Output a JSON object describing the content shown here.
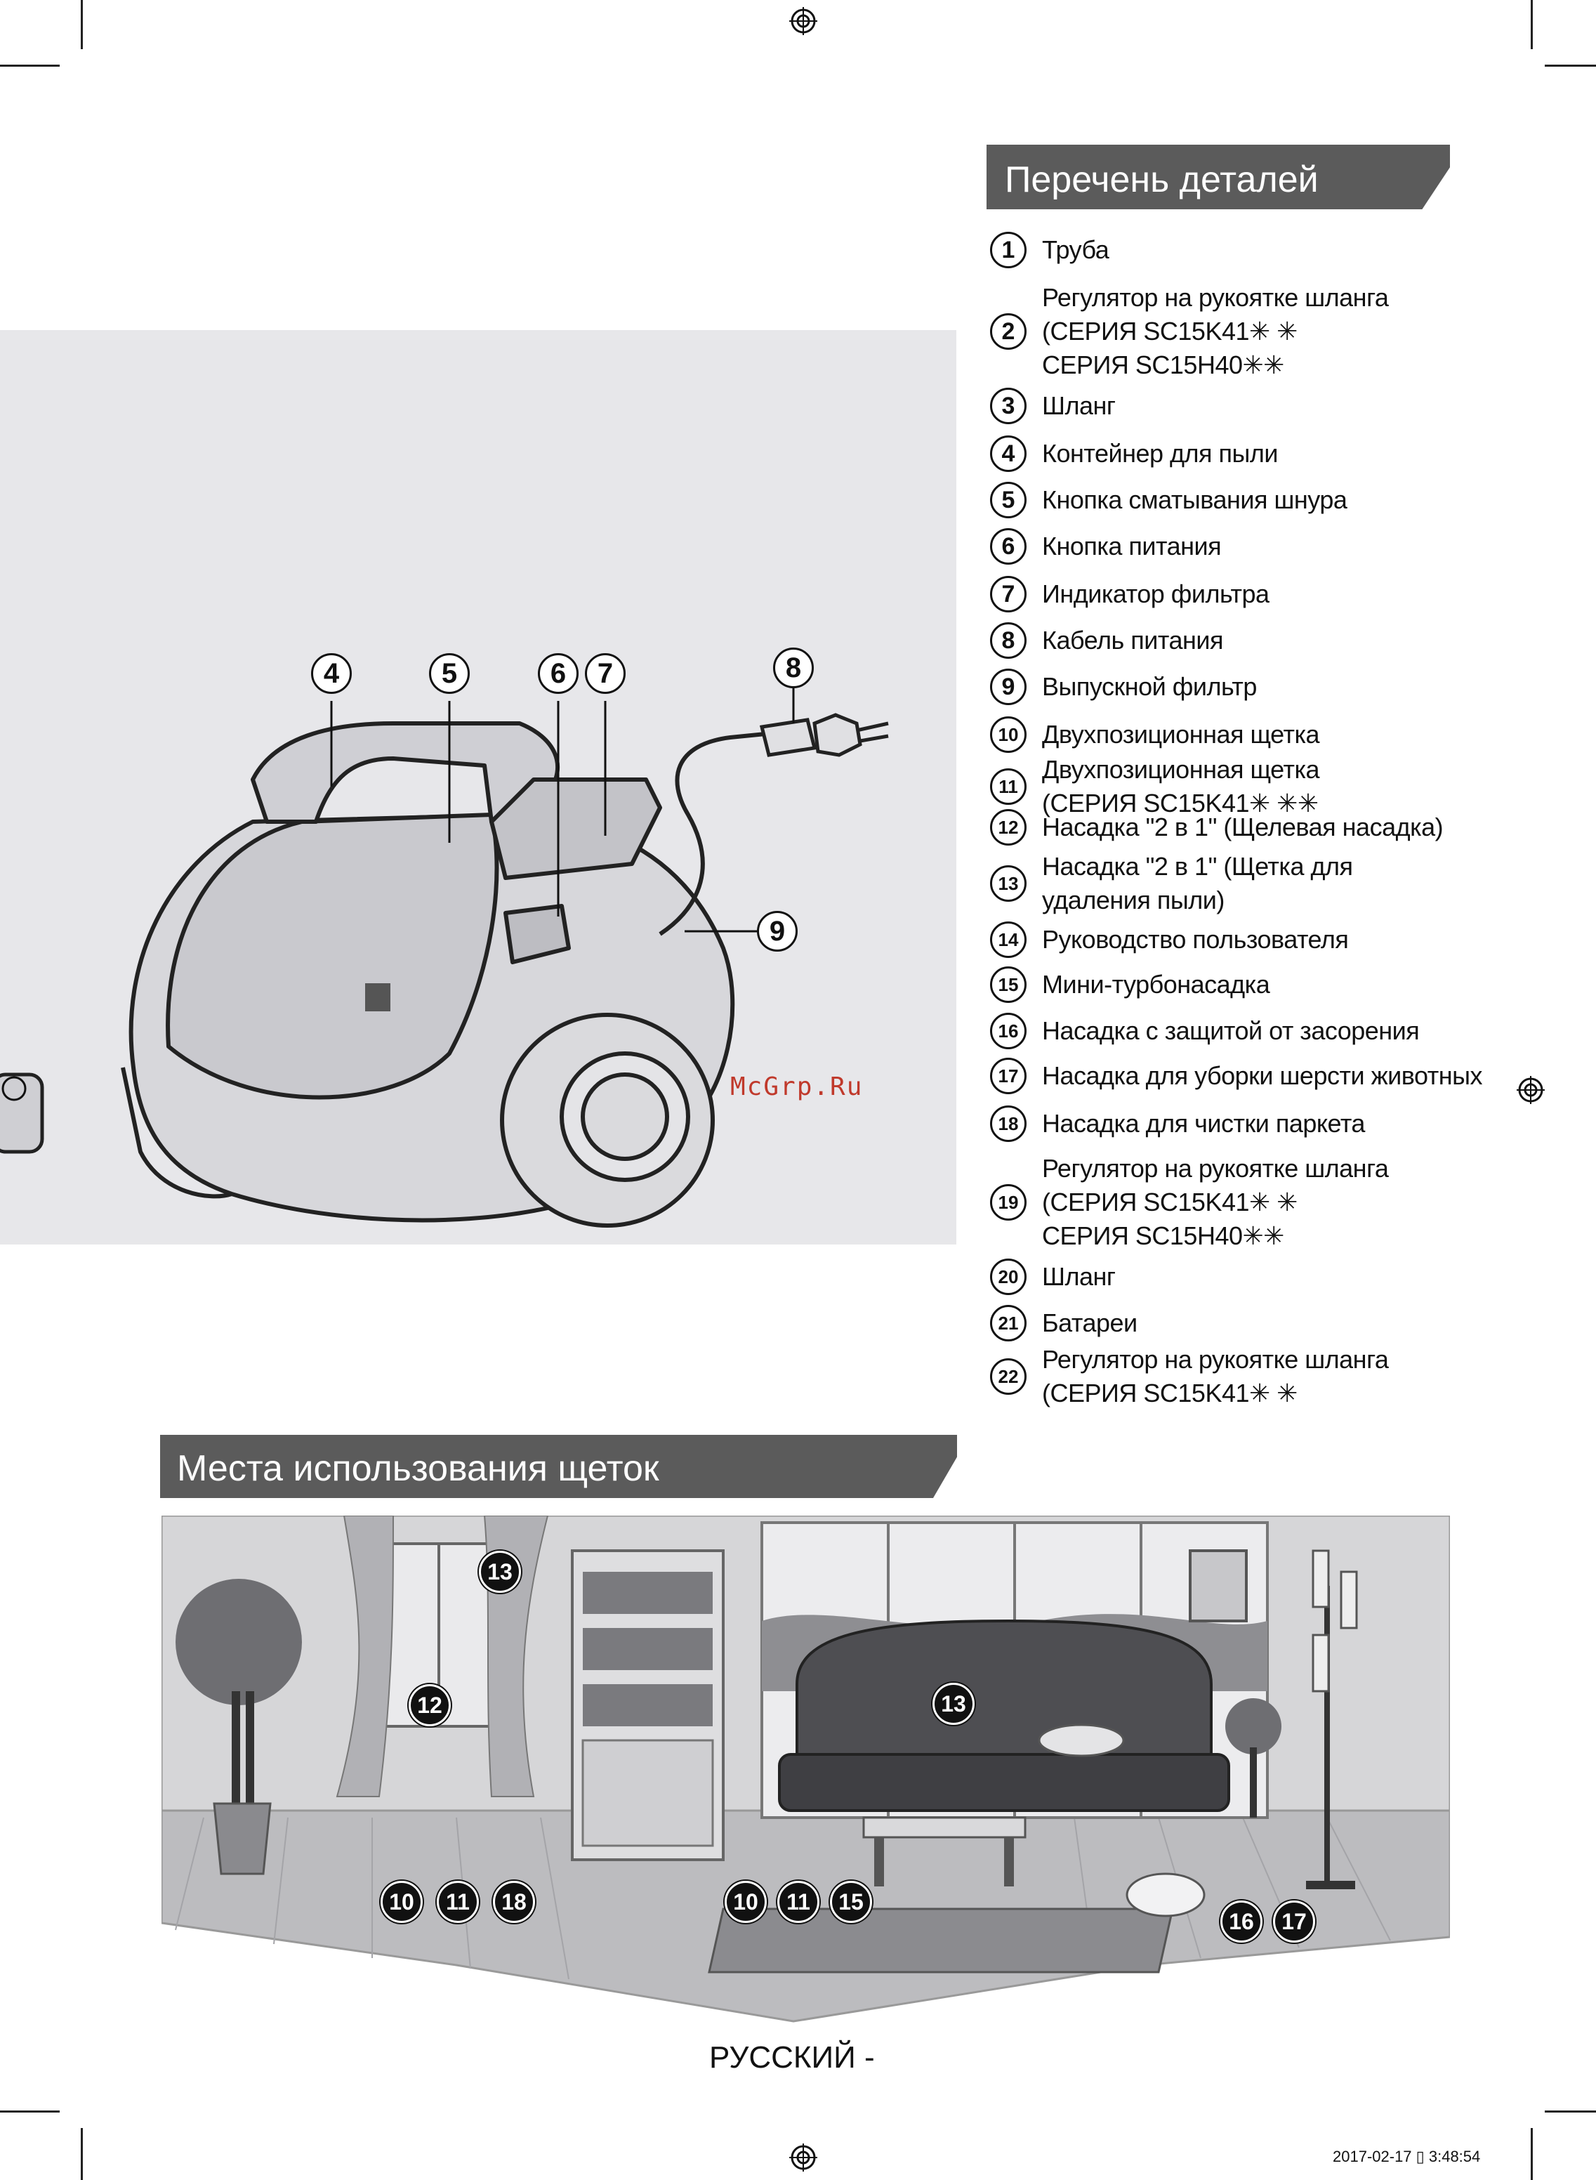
{
  "parts_section": {
    "title": "Перечень деталей",
    "items": [
      {
        "num": "1",
        "lines": [
          "Труба"
        ]
      },
      {
        "num": "2",
        "lines": [
          "Регулятор на рукоятке шланга",
          "(СЕРИЯ SC15K41✳ ✳",
          "СЕРИЯ SC15H40✳✳"
        ]
      },
      {
        "num": "3",
        "lines": [
          "Шланг"
        ]
      },
      {
        "num": "4",
        "lines": [
          "Контейнер для пыли"
        ]
      },
      {
        "num": "5",
        "lines": [
          "Кнопка сматывания шнура"
        ]
      },
      {
        "num": "6",
        "lines": [
          "Кнопка питания"
        ]
      },
      {
        "num": "7",
        "lines": [
          "Индикатор фильтра"
        ]
      },
      {
        "num": "8",
        "lines": [
          "Кабель питания"
        ]
      },
      {
        "num": "9",
        "lines": [
          "Выпускной фильтр"
        ]
      },
      {
        "num": "10",
        "lines": [
          "Двухпозиционная щетка"
        ]
      },
      {
        "num": "11",
        "lines": [
          "Двухпозиционная щетка",
          "(СЕРИЯ SC15K41✳ ✳✳"
        ]
      },
      {
        "num": "12",
        "lines": [
          "Насадка \"2 в 1\" (Щелевая насадка)"
        ]
      },
      {
        "num": "13",
        "lines": [
          "Насадка \"2 в 1\" (Щетка для",
          "удаления пыли)"
        ]
      },
      {
        "num": "14",
        "lines": [
          "Руководство пользователя"
        ]
      },
      {
        "num": "15",
        "lines": [
          "Мини-турбонасадка"
        ]
      },
      {
        "num": "16",
        "lines": [
          "Насадка с защитой от засорения"
        ]
      },
      {
        "num": "17",
        "lines": [
          "Насадка для уборки шерсти животных"
        ]
      },
      {
        "num": "18",
        "lines": [
          "Насадка для чистки паркета"
        ]
      },
      {
        "num": "19",
        "lines": [
          "Регулятор на рукоятке шланга",
          "(СЕРИЯ SC15K41✳ ✳",
          "СЕРИЯ SC15H40✳✳"
        ]
      },
      {
        "num": "20",
        "lines": [
          "Шланг"
        ]
      },
      {
        "num": "21",
        "lines": [
          "Батареи"
        ]
      },
      {
        "num": "22",
        "lines": [
          "Регулятор на рукоятке шланга",
          "(СЕРИЯ SC15K41✳ ✳"
        ]
      }
    ]
  },
  "illustration": {
    "callouts": [
      "4",
      "5",
      "6",
      "7",
      "8",
      "9"
    ],
    "watermark": "McGrp.Ru"
  },
  "brush_section": {
    "title": "Места использования щеток",
    "badges": [
      "13",
      "12",
      "13",
      "10",
      "11",
      "18",
      "10",
      "11",
      "15",
      "16",
      "17"
    ]
  },
  "footer": {
    "language": "РУССКИЙ -",
    "timestamp": "2017-02-17  ▯ 3:48:54"
  },
  "colors": {
    "header_bar": "#5b5b5b",
    "panel_bg": "#e7e7ea",
    "watermark": "#c0392b"
  }
}
